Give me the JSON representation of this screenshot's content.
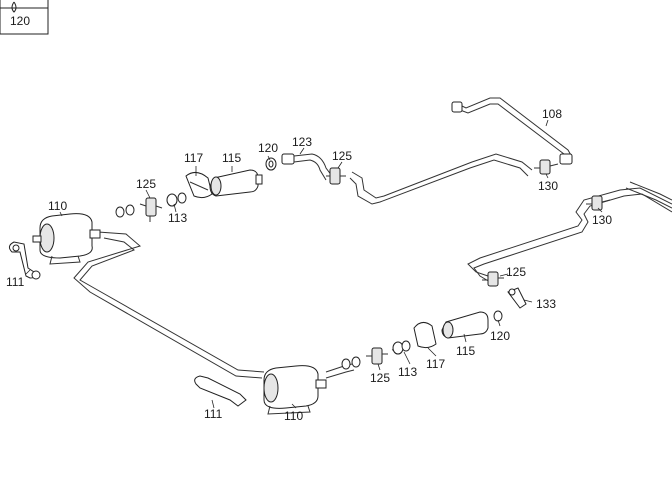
{
  "legend_box": {
    "label": "120"
  },
  "callouts": {
    "c108": "108",
    "c110_left": "110",
    "c110_bottom": "110",
    "c111_left": "111",
    "c111_bottom": "111",
    "c113_top": "113",
    "c113_bottom": "113",
    "c115_top": "115",
    "c115_bottom": "115",
    "c117_top": "117",
    "c117_bottom": "117",
    "c120_top": "120",
    "c120_bottom": "120",
    "c123": "123",
    "c125_top_left": "125",
    "c125_top_mid": "125",
    "c125_right": "125",
    "c125_bottom": "125",
    "c130_top": "130",
    "c130_right": "130",
    "c133": "133"
  }
}
